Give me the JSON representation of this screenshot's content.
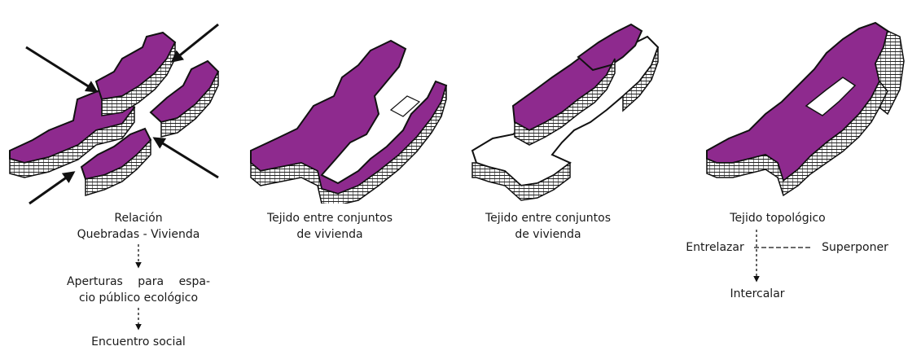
{
  "colors": {
    "roof": "#8e2a8e",
    "outline": "#111111",
    "facade": "#ffffff",
    "facade_lines": "#222222"
  },
  "panel_1": {
    "caption": [
      "Relación",
      "Quebradas - Vivienda"
    ],
    "flow": [
      "Aperturas para espa-",
      "cio público ecológico",
      "Encuentro social"
    ]
  },
  "panel_2": {
    "caption": [
      "Tejido entre conjuntos",
      "de vivienda"
    ]
  },
  "panel_3": {
    "caption": [
      "Tejido entre conjuntos",
      "de vivienda"
    ]
  },
  "panel_4": {
    "caption": "Tejido topológico",
    "left_term": "Entrelazar",
    "right_term": "Superponer",
    "bottom_term": "Intercalar"
  }
}
